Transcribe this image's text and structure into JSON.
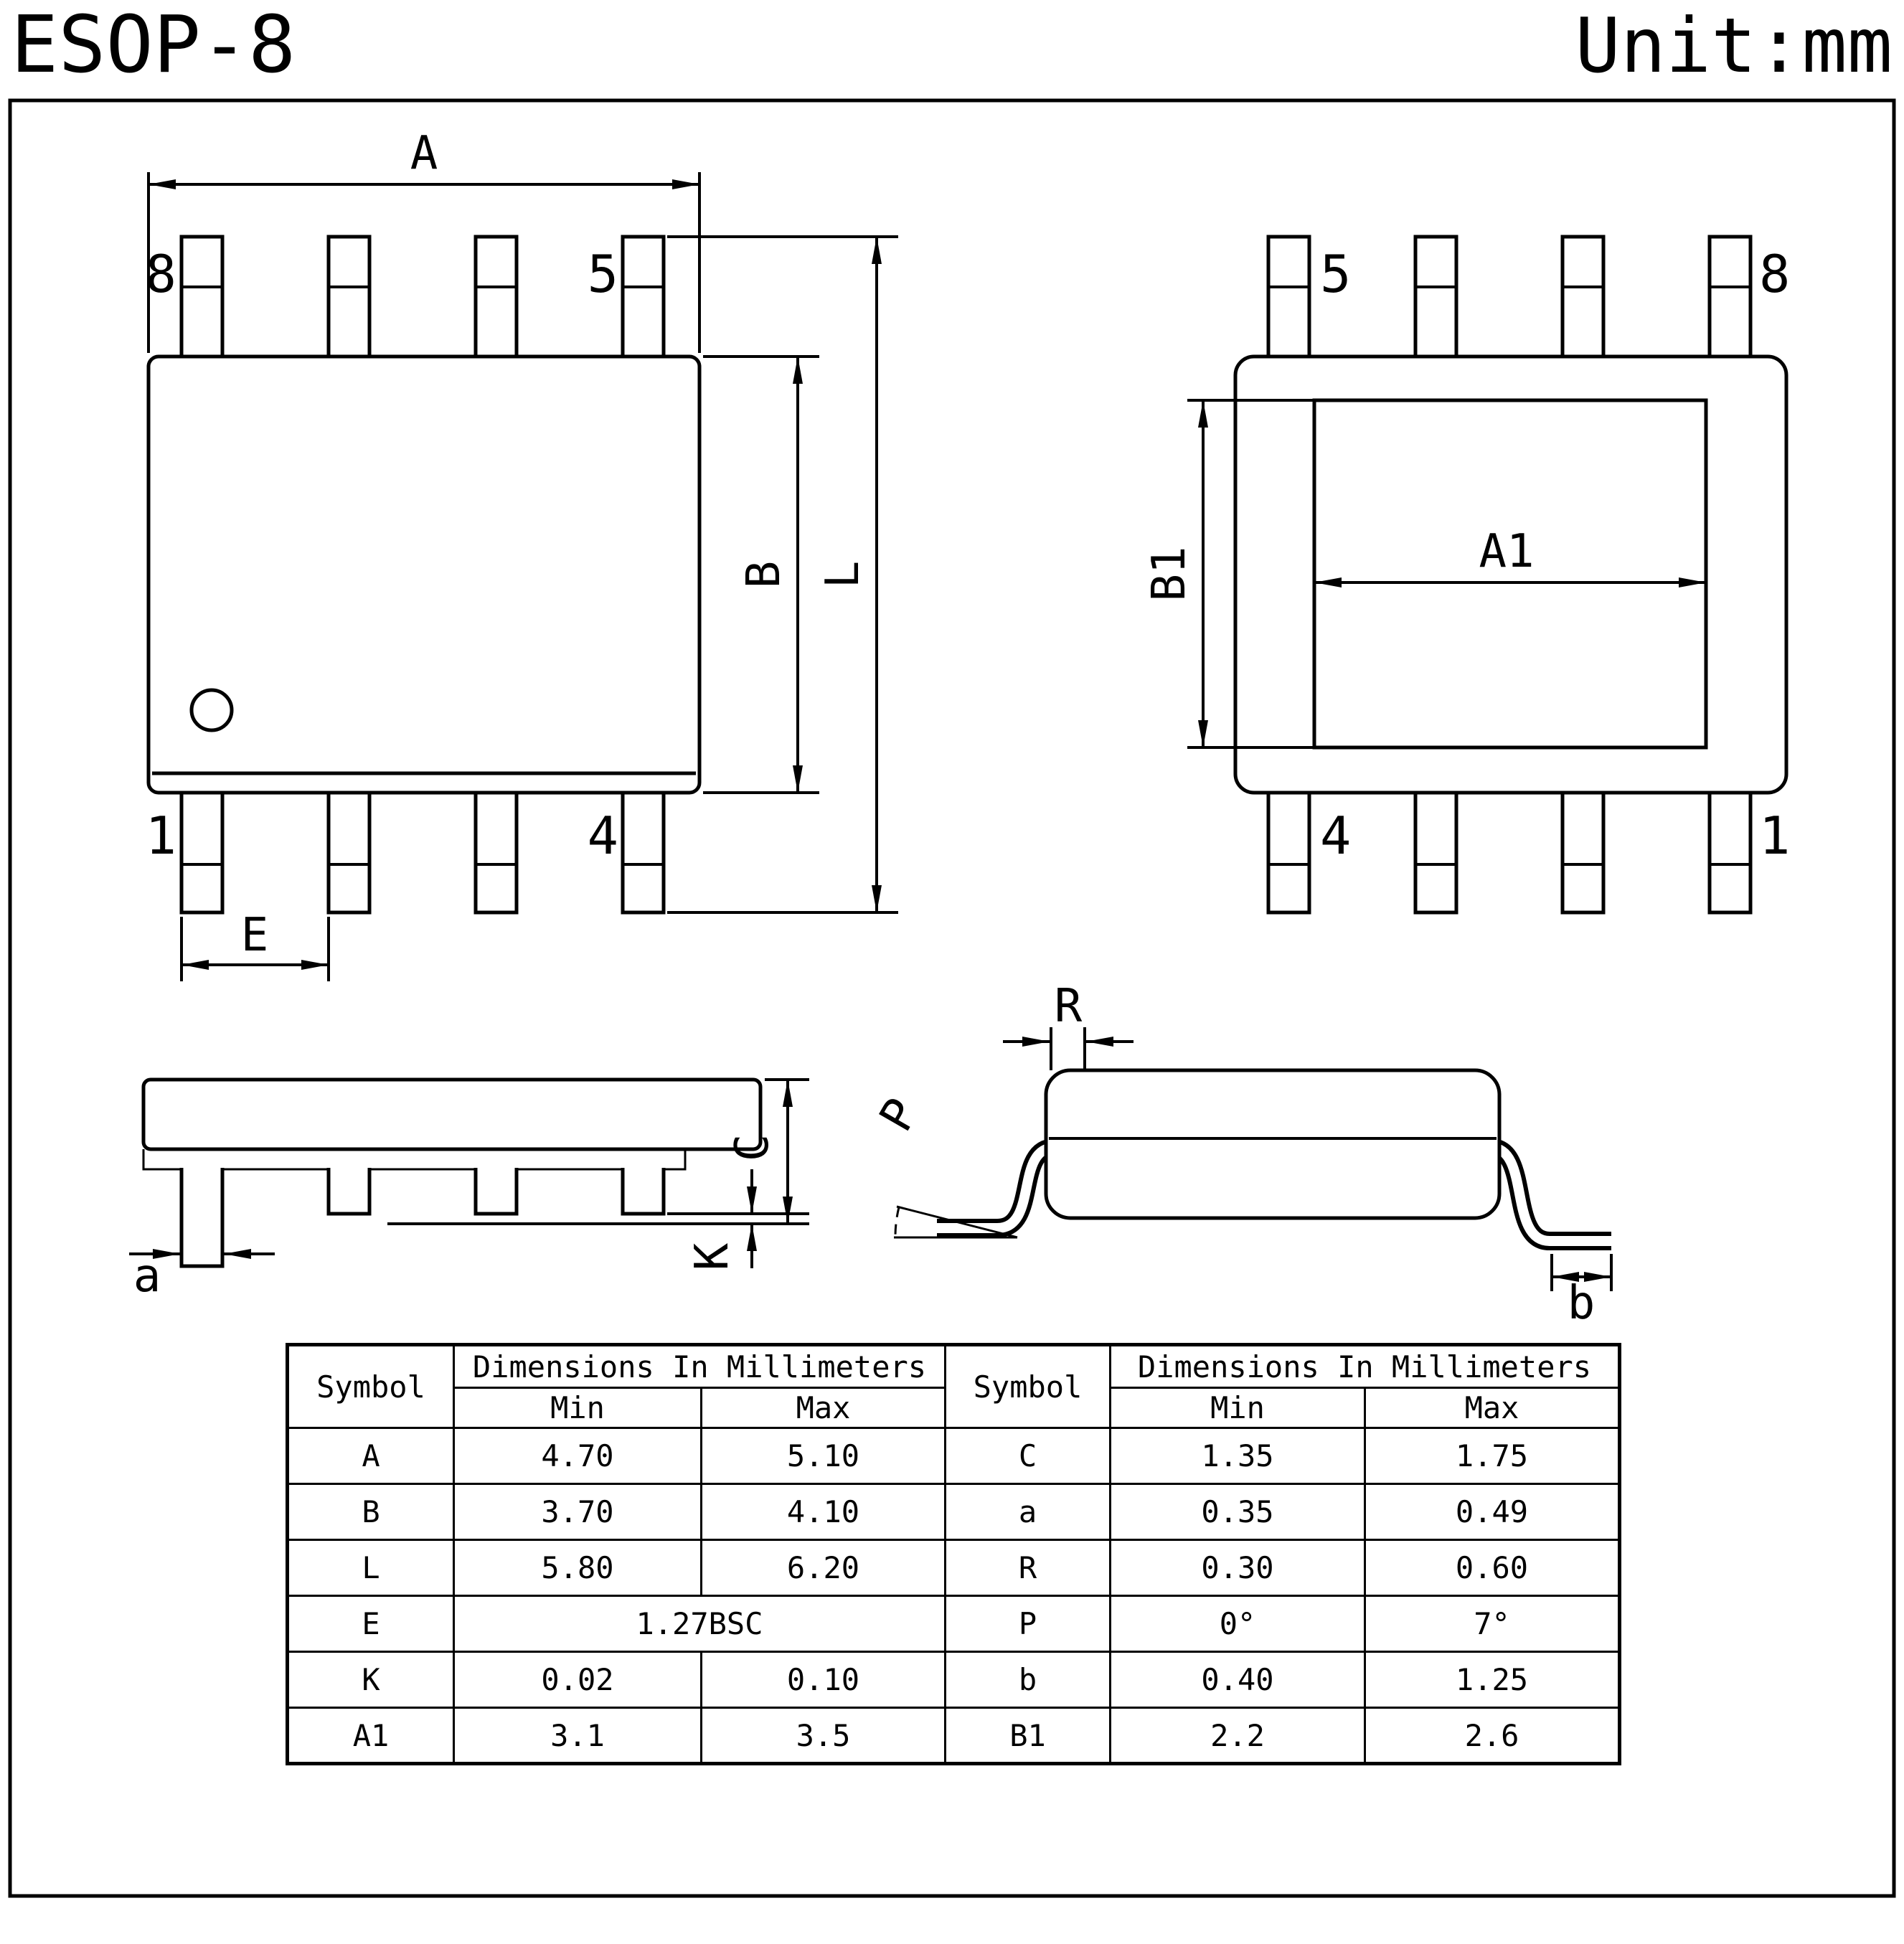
{
  "header": {
    "title": "ESOP-8",
    "unit": "Unit:mm"
  },
  "views": {
    "top": {
      "dim_a": "A",
      "dim_b": "B",
      "dim_l": "L",
      "dim_e": "E",
      "pin_top_left": "8",
      "pin_top_right": "5",
      "pin_bottom_left": "1",
      "pin_bottom_right": "4"
    },
    "bottom": {
      "dim_b1": "B1",
      "dim_a1": "A1",
      "pin_top_left": "5",
      "pin_top_right": "8",
      "pin_bottom_left": "4",
      "pin_bottom_right": "1"
    },
    "side": {
      "dim_a": "a",
      "dim_c": "C",
      "dim_k": "K"
    },
    "profile": {
      "dim_r": "R",
      "dim_p": "P",
      "dim_b": "b"
    }
  },
  "table": {
    "symbol_header": "Symbol",
    "dims_header": "Dimensions In Millimeters",
    "min_header": "Min",
    "max_header": "Max",
    "left_rows": [
      {
        "symbol": "A",
        "min": "4.70",
        "max": "5.10"
      },
      {
        "symbol": "B",
        "min": "3.70",
        "max": "4.10"
      },
      {
        "symbol": "L",
        "min": "5.80",
        "max": "6.20"
      },
      {
        "symbol": "E",
        "span": "1.27BSC"
      },
      {
        "symbol": "K",
        "min": "0.02",
        "max": "0.10"
      },
      {
        "symbol": "A1",
        "min": "3.1",
        "max": "3.5"
      }
    ],
    "right_rows": [
      {
        "symbol": "C",
        "min": "1.35",
        "max": "1.75"
      },
      {
        "symbol": "a",
        "min": "0.35",
        "max": "0.49"
      },
      {
        "symbol": "R",
        "min": "0.30",
        "max": "0.60"
      },
      {
        "symbol": "P",
        "min": "0°",
        "max": "7°"
      },
      {
        "symbol": "b",
        "min": "0.40",
        "max": "1.25"
      },
      {
        "symbol": "B1",
        "min": "2.2",
        "max": "2.6"
      }
    ]
  },
  "colors": {
    "ink": "#000000",
    "background": "#ffffff"
  }
}
